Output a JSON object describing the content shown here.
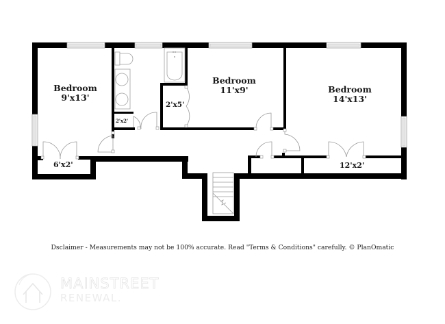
{
  "floor_plan": {
    "rooms": [
      {
        "id": "bedroom-1",
        "name": "Bedroom",
        "dimensions": "9'x13'"
      },
      {
        "id": "bedroom-2",
        "name": "Bedroom",
        "dimensions": "11'x9'"
      },
      {
        "id": "bedroom-3",
        "name": "Bedroom",
        "dimensions": "14'x13'"
      }
    ],
    "closets": [
      {
        "id": "closet-bedroom-1",
        "dimensions": "6'x2'"
      },
      {
        "id": "closet-bedroom-2",
        "dimensions": "2'x5'"
      },
      {
        "id": "closet-bath",
        "dimensions": "2'x2'"
      },
      {
        "id": "closet-bedroom-3",
        "dimensions": "12'x2'"
      }
    ],
    "fixtures": [
      "toilet",
      "double-vanity-sinks",
      "bathtub",
      "staircase"
    ]
  },
  "footer": {
    "disclaimer": "Dsclaimer - Measurements may not be 100% accurate. Read \"Terms & Conditions\" carefully. © PlanOmatic"
  },
  "watermark": {
    "line1": "MAINSTREET",
    "line2": "RENEWAL."
  },
  "colors": {
    "wall": "#000000",
    "background": "#ffffff",
    "door_line": "#9a9a9a"
  }
}
